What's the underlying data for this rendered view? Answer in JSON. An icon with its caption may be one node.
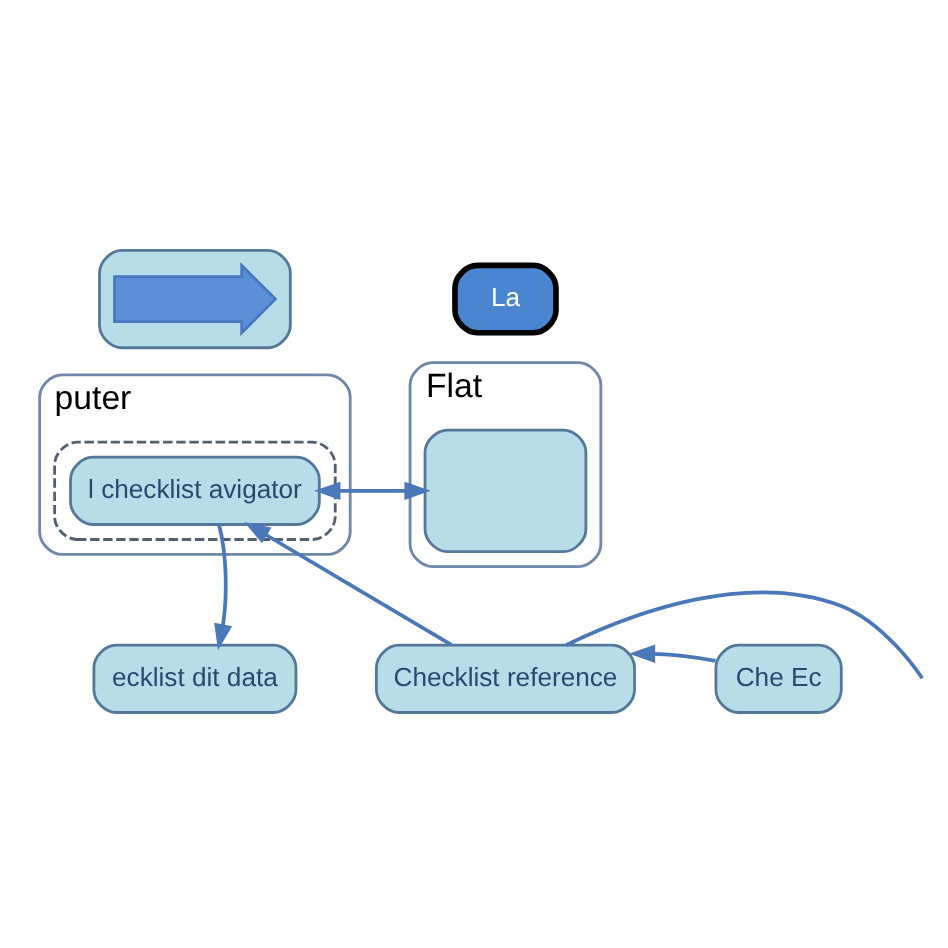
{
  "diagram": {
    "nodes": [
      {
        "text": [],
        "shape": "box"
      },
      {
        "text": [],
        "shape": "picture",
        "in": 0
      },
      {
        "text": [
          "La"
        ]
      },
      {
        "text": [
          "puter"
        ]
      },
      {
        "text": [],
        "shape": "box",
        "in": 3
      },
      {
        "text": [
          "l checklist avigator"
        ],
        "in": 4
      },
      {
        "text": [
          "Flat"
        ]
      },
      {
        "text": [],
        "shape": "box",
        "in": 6
      },
      {
        "text": [
          "ecklist dit data"
        ]
      },
      {
        "text": [
          "Checklist reference"
        ]
      },
      {
        "text": [
          "Che Ec"
        ]
      }
    ],
    "edges": [
      {
        "from": 5,
        "to": 7,
        "arrow": "both"
      },
      {
        "from": 5,
        "to": 8,
        "arrow": "to"
      },
      {
        "from": 9,
        "to": 5,
        "arrow": "to"
      },
      {
        "from": 9,
        "to": null,
        "arrow": "none"
      },
      {
        "from": 10,
        "to": 9,
        "arrow": "to"
      }
    ]
  }
}
